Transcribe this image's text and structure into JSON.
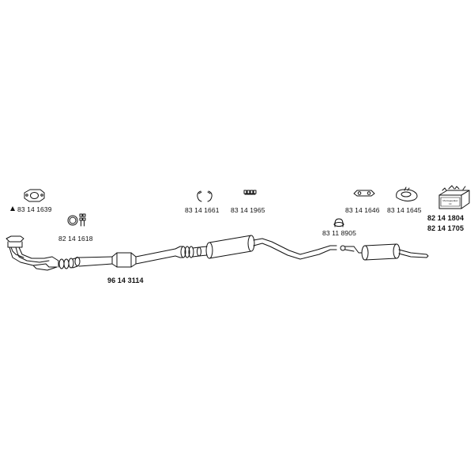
{
  "parts": {
    "gasket": "83 14 1639",
    "clamp_ring": "82 14 1618",
    "main_pipe": "96 14 3114",
    "clip": "83 14 1661",
    "bolts": "83 14 1965",
    "rubber_hanger_a": "83 14 1646",
    "rubber_hanger_b": "83 14 1645",
    "mounting_kit_1": "82 14 1804",
    "mounting_kit_2": "82 14 1705",
    "u_clamp": "83 11 8905"
  },
  "kit_box_text": {
    "line1": "Montagepaket",
    "line2": "kit"
  },
  "icons": {
    "warning": "triangle-icon"
  }
}
